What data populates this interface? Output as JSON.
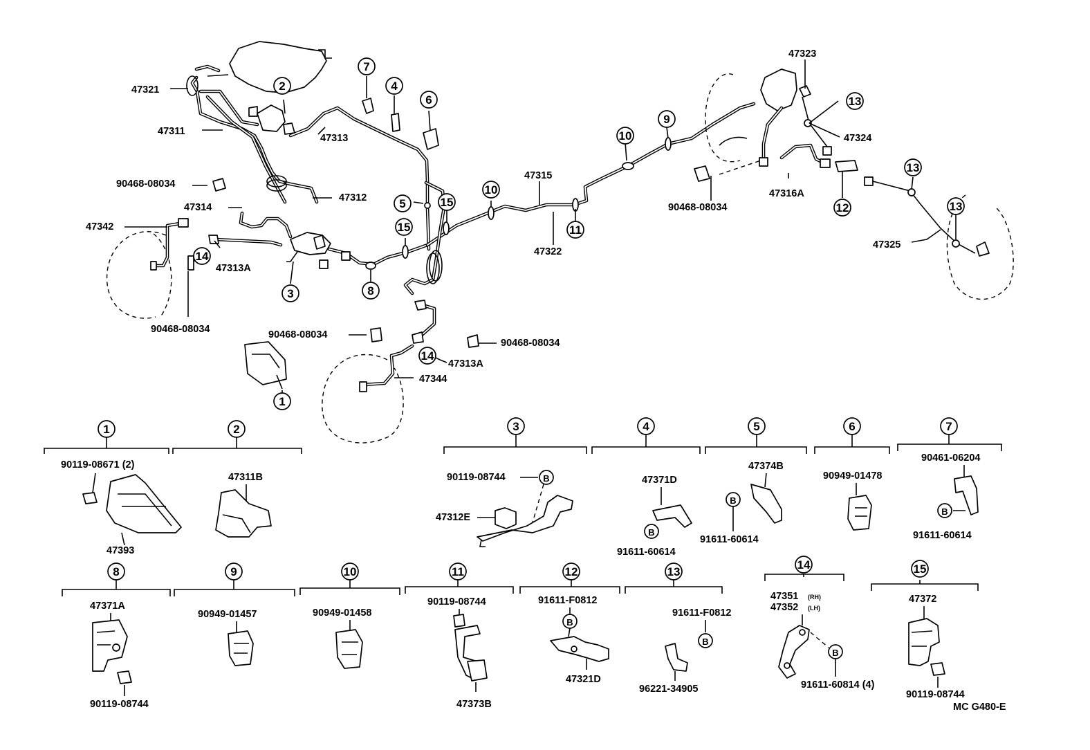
{
  "pipes": {
    "p47321": "47321",
    "p47311": "47311",
    "p47313": "47313",
    "p47312": "47312",
    "p47314": "47314",
    "p47342": "47342",
    "p47313A_upper": "47313A",
    "p47313A_lower": "47313A",
    "p47315": "47315",
    "p47322": "47322",
    "p47344": "47344",
    "p47323": "47323",
    "p47324": "47324",
    "p47316A": "47316A",
    "p47325": "47325"
  },
  "clips": {
    "left_upper": "90468-08034",
    "left_lower": "90468-08034",
    "center": "90468-08034",
    "center_right": "90468-08034",
    "rear": "90468-08034"
  },
  "callouts": [
    "1",
    "2",
    "3",
    "4",
    "5",
    "6",
    "7",
    "8",
    "9",
    "10",
    "11",
    "12",
    "13",
    "14",
    "15"
  ],
  "details": {
    "d1": {
      "num": "1",
      "parts": [
        "90119-08671 (2)",
        "47393"
      ]
    },
    "d2": {
      "num": "2",
      "parts": [
        "47311B"
      ]
    },
    "d3": {
      "num": "3",
      "parts": [
        "90119-08744",
        "47312E"
      ]
    },
    "d4": {
      "num": "4",
      "parts": [
        "47371D",
        "91611-60614"
      ]
    },
    "d5": {
      "num": "5",
      "parts": [
        "47374B",
        "91611-60614"
      ]
    },
    "d6": {
      "num": "6",
      "parts": [
        "90949-01478"
      ]
    },
    "d7": {
      "num": "7",
      "parts": [
        "90461-06204",
        "91611-60614"
      ]
    },
    "d8": {
      "num": "8",
      "parts": [
        "47371A",
        "90119-08744"
      ]
    },
    "d9": {
      "num": "9",
      "parts": [
        "90949-01457"
      ]
    },
    "d10": {
      "num": "10",
      "parts": [
        "90949-01458"
      ]
    },
    "d11": {
      "num": "11",
      "parts": [
        "90119-08744",
        "47373B"
      ]
    },
    "d12": {
      "num": "12",
      "parts": [
        "91611-F0812",
        "47321D"
      ]
    },
    "d13": {
      "num": "13",
      "parts": [
        "91611-F0812",
        "96221-34905"
      ]
    },
    "d14": {
      "num": "14",
      "parts": [
        "47351",
        "47352",
        "91611-60814 (4)"
      ],
      "side_rh": "(RH)",
      "side_lh": "(LH)"
    },
    "d15": {
      "num": "15",
      "parts": [
        "47372",
        "90119-08744"
      ]
    }
  },
  "bolt_marker": "B",
  "figure_code": "MC  G480-E"
}
